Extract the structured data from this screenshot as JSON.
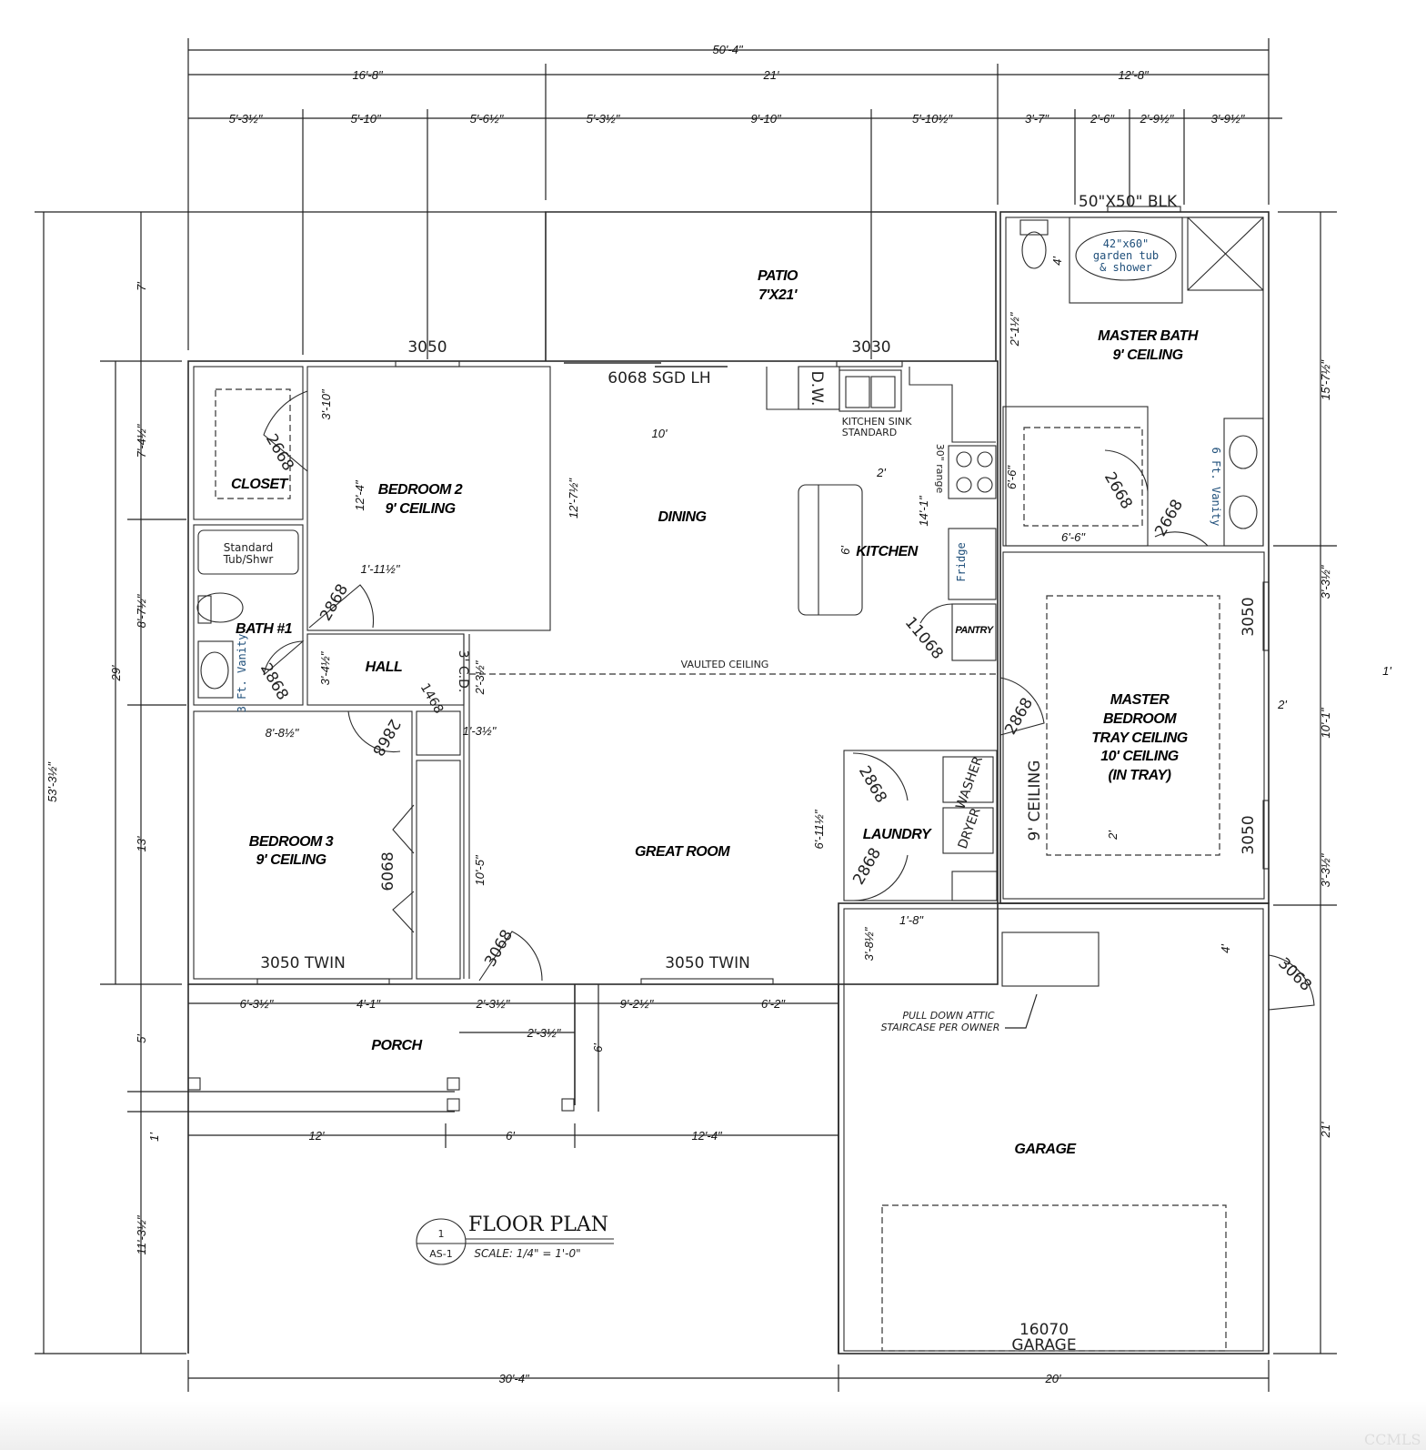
{
  "dimensions": {
    "top_overall": "50'-4\"",
    "top_row2": [
      "16'-8\"",
      "21'",
      "12'-8\""
    ],
    "top_row3": [
      "5'-3½\"",
      "5'-10\"",
      "5'-6½\"",
      "5'-3½\"",
      "9'-10\"",
      "5'-10½\"",
      "3'-7\"",
      "2'-6\"",
      "2'-9½\"",
      "3'-9½\""
    ],
    "left_overall": "53'-3½\"",
    "left_house": "29'",
    "left_segments": [
      "7'",
      "7'-4½\"",
      "8'-7½\"",
      "13'",
      "5'",
      "1'",
      "11'-3½\""
    ],
    "right_segments": [
      "15'-7½\"",
      "3'-3½\"",
      "10'-1\"",
      "3'-3½\"",
      "21'",
      "1'"
    ],
    "bottom": [
      "30'-4\"",
      "20'"
    ],
    "porch_row1": [
      "6'-3½\"",
      "4'-1\"",
      "2'-3½\"",
      "9'-2½\"",
      "6'-2\""
    ],
    "porch_row2": "2'-3½\"",
    "porch_depth": "6'",
    "porch_row3": [
      "12'",
      "6'",
      "12'-4\""
    ],
    "interior": {
      "closet_depth": "3'-10\"",
      "bed2_depth": "12'-4\"",
      "bed2_hall": "1'-11½\"",
      "hall_depth": "3'-4½\"",
      "dining_width": "10'",
      "dining_depth": "12'-7½\"",
      "island_width": "2'",
      "island_length": "6'",
      "kitchen_depth": "14'-1\"",
      "hall_cd": "2'-3½\"",
      "closet_small": "1'-3½\"",
      "bed3_width": "8'-8½\"",
      "great_room": "10'-5\"",
      "laundry": "6'-11½\"",
      "mbath_a": "2'-1½\"",
      "mbath_toilet": "4'",
      "mcloset_h": "6'-6\"",
      "mcloset_w": "6'-6\"",
      "mbed_side": "2'",
      "mbed_bottom": "2'",
      "garage_a": "3'-8½\"",
      "garage_b": "1'-8\"",
      "garage_c": "4'"
    }
  },
  "rooms": {
    "patio": [
      "PATIO",
      "7'X21'"
    ],
    "closet": "CLOSET",
    "bedroom2": [
      "BEDROOM 2",
      "9' CEILING"
    ],
    "dining": "DINING",
    "kitchen": "KITCHEN",
    "master_bath": [
      "MASTER BATH",
      "9' CEILING"
    ],
    "bath1": "BATH #1",
    "hall": "HALL",
    "bedroom3": [
      "BEDROOM 3",
      "9' CEILING"
    ],
    "great_room": "GREAT ROOM",
    "laundry": "LAUNDRY",
    "master_bedroom": [
      "MASTER",
      "BEDROOM",
      "TRAY CEILING",
      "10' CEILING",
      "(IN TRAY)"
    ],
    "porch": "PORCH",
    "garage": "GARAGE",
    "pantry": "PANTRY"
  },
  "annotations": {
    "win_bed2": "3050",
    "win_kitchen": "3030",
    "slider": "6068 SGD LH",
    "window_blk": "50\"X50\" BLK",
    "tub": [
      "42\"x60\"",
      "garden tub",
      "& shower"
    ],
    "sink": [
      "KITCHEN SINK",
      "STANDARD"
    ],
    "range": "30\" range",
    "fridge": "Fridge",
    "dw": "D.W.",
    "vaulted": "VAULTED CEILING",
    "std_tub": [
      "Standard",
      "Tub/Shwr"
    ],
    "vanity3": "3 Ft. Vanity",
    "vanity6": "6 Ft. Vanity",
    "twin_bed3": "3050 TWIN",
    "twin_great": "3050 TWIN",
    "win_master_1": "3050",
    "win_master_2": "3050",
    "ceiling9": "9' CEILING",
    "garage_door": [
      "16070",
      "GARAGE"
    ],
    "attic": [
      "PULL DOWN ATTIC",
      "STAIRCASE PER OWNER"
    ],
    "washer": "WASHER",
    "dryer": "DRYER",
    "cd": "3' C.D.",
    "doors": {
      "closet": "2668",
      "bed2": "2868",
      "bath1": "2868",
      "linen": "1468",
      "bed3": "2868",
      "bifold": "6068",
      "front": "3068",
      "garage_side": "3068",
      "pantry": "11068",
      "laundry_1": "2868",
      "laundry_2": "2868",
      "master": "2868",
      "mcloset": "2668",
      "mbath": "2668"
    }
  },
  "title_block": {
    "title": "FLOOR PLAN",
    "scale": "SCALE: 1/4\" = 1'-0\"",
    "number": "1",
    "sheet": "AS-1"
  },
  "watermark": "CCMLS"
}
